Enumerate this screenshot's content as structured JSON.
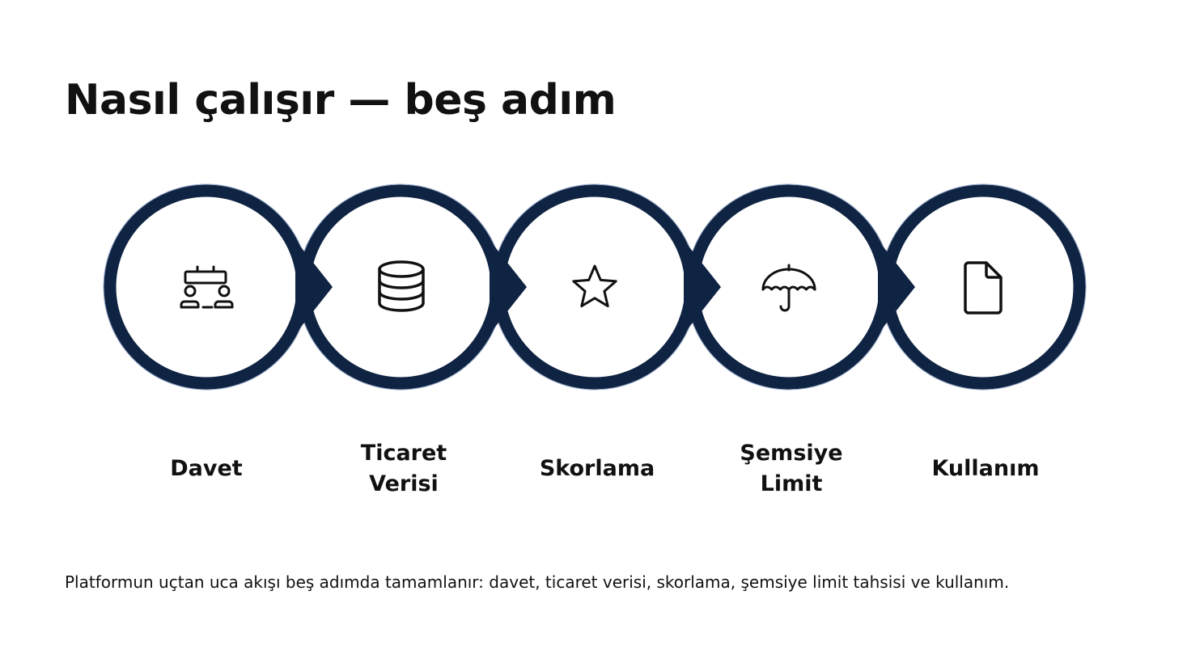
{
  "slide": {
    "title": "Nasıl çalışır — beş adım",
    "caption": "Platformun uçtan uca akışı beş adımda tamamlanır: davet, ticaret verisi, skorlama, şemsiye limit tahsisi ve kullanım."
  },
  "colors": {
    "ring": "#0f2342",
    "ring_edge": "#8ea2c4",
    "icon": "#111111",
    "background": "#ffffff"
  },
  "steps": [
    {
      "label": "Davet",
      "icon": "people-table-icon"
    },
    {
      "label": "Ticaret Verisi",
      "icon": "database-icon"
    },
    {
      "label": "Skorlama",
      "icon": "star-icon"
    },
    {
      "label": "Şemsiye Limit",
      "icon": "umbrella-icon"
    },
    {
      "label": "Kullanım",
      "icon": "document-icon"
    }
  ]
}
